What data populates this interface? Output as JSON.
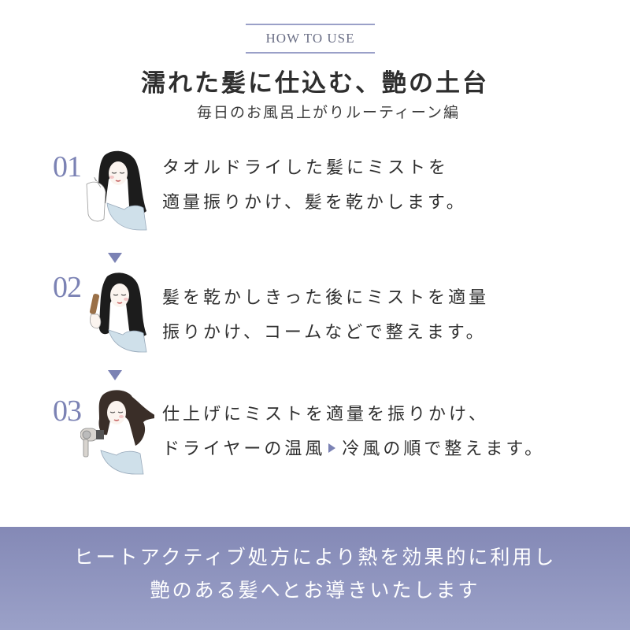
{
  "header": {
    "label": "HOW TO USE",
    "title": "濡れた髪に仕込む、艶の土台",
    "subtitle": "毎日のお風呂上がりルーティーン編"
  },
  "steps": [
    {
      "number": "01",
      "illustration": "woman-towel-drying-hair",
      "line1": "タオルドライした髪にミストを",
      "line2": "適量振りかけ、髪を乾かします。"
    },
    {
      "number": "02",
      "illustration": "woman-combing-hair",
      "line1": "髪を乾かしきった後にミストを適量",
      "line2": "振りかけ、コームなどで整えます。"
    },
    {
      "number": "03",
      "illustration": "woman-blow-drying-hair",
      "line1": "仕上げにミストを適量を振りかけ、",
      "line2a": "ドライヤーの温風",
      "line2b": "冷風の順で整えます。"
    }
  ],
  "banner": {
    "line1": "ヒートアクティブ処方により熱を効果的に利用し",
    "line2": "艶のある髪へとお導きいたします"
  },
  "colors": {
    "accent": "#7b82b4",
    "banner_top": "#8489b6",
    "banner_bottom": "#9ba1c8",
    "text": "#2f2f2f"
  }
}
